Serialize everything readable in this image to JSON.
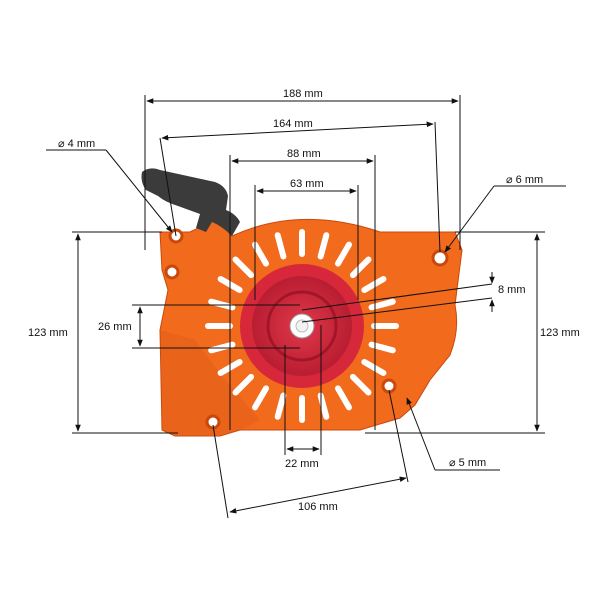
{
  "colors": {
    "housing": "#f26a1b",
    "housing_edge": "#c9480c",
    "housing_shadow": "#d9551a",
    "pulley": "#d7273a",
    "pulley_dark": "#a3162a",
    "handle": "#3b3b3b",
    "dimension_line": "#111111",
    "background": "#ffffff"
  },
  "part": {
    "name": "",
    "handle_icon": "starter-handle",
    "vent_slots": 24
  },
  "dimensions": {
    "width_188": "188 mm",
    "width_164": "164 mm",
    "width_88": "88 mm",
    "width_63": "63 mm",
    "height_left": "123 mm",
    "height_right": "123 mm",
    "height_26": "26 mm",
    "offset_8": "8 mm",
    "width_22": "22 mm",
    "width_106": "106 mm",
    "hole_4": "⌀ 4 mm",
    "hole_6": "⌀ 6 mm",
    "hole_5": "⌀ 5 mm"
  }
}
